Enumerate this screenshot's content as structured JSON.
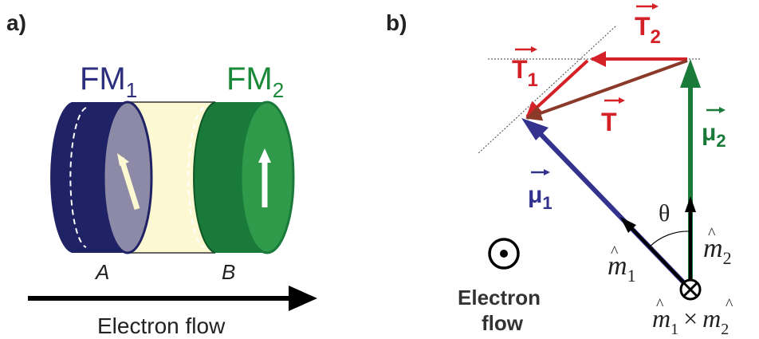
{
  "panel_a": {
    "label": "a)",
    "fm1": {
      "text": "FM",
      "sub": "1",
      "color": "#2e2e7e"
    },
    "fm2": {
      "text": "FM",
      "sub": "2",
      "color": "#1a8a3a"
    },
    "interface_a": "A",
    "interface_b": "B",
    "flow_label": "Electron flow",
    "colors": {
      "spacer": "#fbf8d2",
      "fm1_dark": "#202266",
      "fm1_face": "#8c8aa6",
      "fm2_dark": "#1a7a3a",
      "fm2_face": "#2e9a4a"
    }
  },
  "panel_b": {
    "label": "b)",
    "T2": {
      "text": "T",
      "sub": "2",
      "color": "#d42027"
    },
    "T1": {
      "text": "T",
      "sub": "1",
      "color": "#d42027"
    },
    "T": {
      "text": "T",
      "color": "#d42027"
    },
    "mu2": {
      "text": "μ",
      "sub": "2",
      "color": "#1a7a3a"
    },
    "mu1": {
      "text": "μ",
      "sub": "1",
      "color": "#33338f"
    },
    "theta": "θ",
    "m1": {
      "text": "m",
      "sub": "1"
    },
    "m2": {
      "text": "m",
      "sub": "2"
    },
    "cross": {
      "a": "m",
      "a_sub": "1",
      "op": "×",
      "b": "m",
      "b_sub": "2"
    },
    "flow_label_1": "Electron",
    "flow_label_2": "flow",
    "colors": {
      "T_resultant": "#8b3a2a"
    }
  }
}
